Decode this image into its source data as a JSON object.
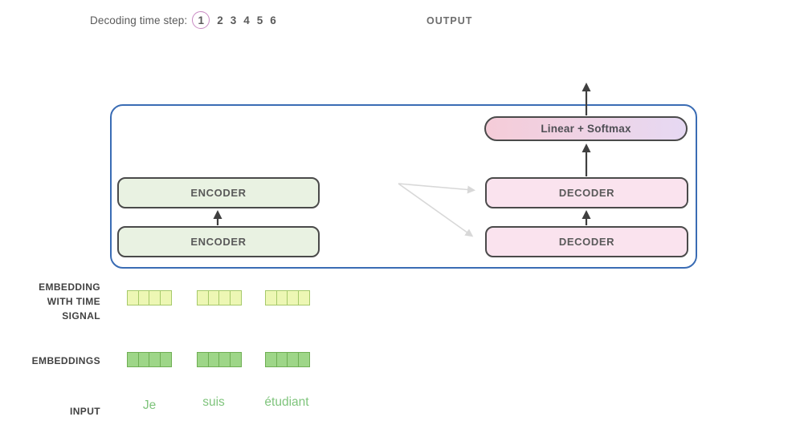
{
  "header": {
    "decoding_label": "Decoding time step:",
    "time_steps": [
      "1",
      "2",
      "3",
      "4",
      "5",
      "6"
    ],
    "circled_step": "1",
    "output_label": "OUTPUT"
  },
  "transformer": {
    "linear_softmax": "Linear + Softmax",
    "encoder_top": "ENCODER",
    "encoder_bottom": "ENCODER",
    "decoder_top": "DECODER",
    "decoder_bottom": "DECODER"
  },
  "row_labels": {
    "embedding_time_line1": "EMBEDDING",
    "embedding_time_line2": "WITH TIME",
    "embedding_time_line3": "SIGNAL",
    "embeddings": "EMBEDDINGS",
    "input": "INPUT"
  },
  "input_words": [
    "Je",
    "suis",
    "étudiant"
  ],
  "vectors": {
    "rows": [
      "embedding-with-time-signal",
      "embeddings"
    ],
    "vectors_per_row": 3,
    "cells_per_vector": 4
  },
  "colors": {
    "container_border": "#3a6cb4",
    "box_border": "#4a4a4a",
    "encoder_fill": "#e9f2e2",
    "decoder_fill": "#fae3ee",
    "linear_softmax_gradient_left": "#f5ccd8",
    "linear_softmax_gradient_right": "#e6d9f3",
    "time_signal_cell_fill": "#edf7b4",
    "time_signal_cell_border": "#a6c96a",
    "embedding_cell_fill": "#9ed688",
    "embedding_cell_border": "#6fae54",
    "step_circle_pink": "#c989c3",
    "dark_arrow": "#3f3f3f",
    "light_arrow": "#d8d8d8",
    "label_gray": "#414141",
    "input_word_green": "#7fc47c"
  }
}
